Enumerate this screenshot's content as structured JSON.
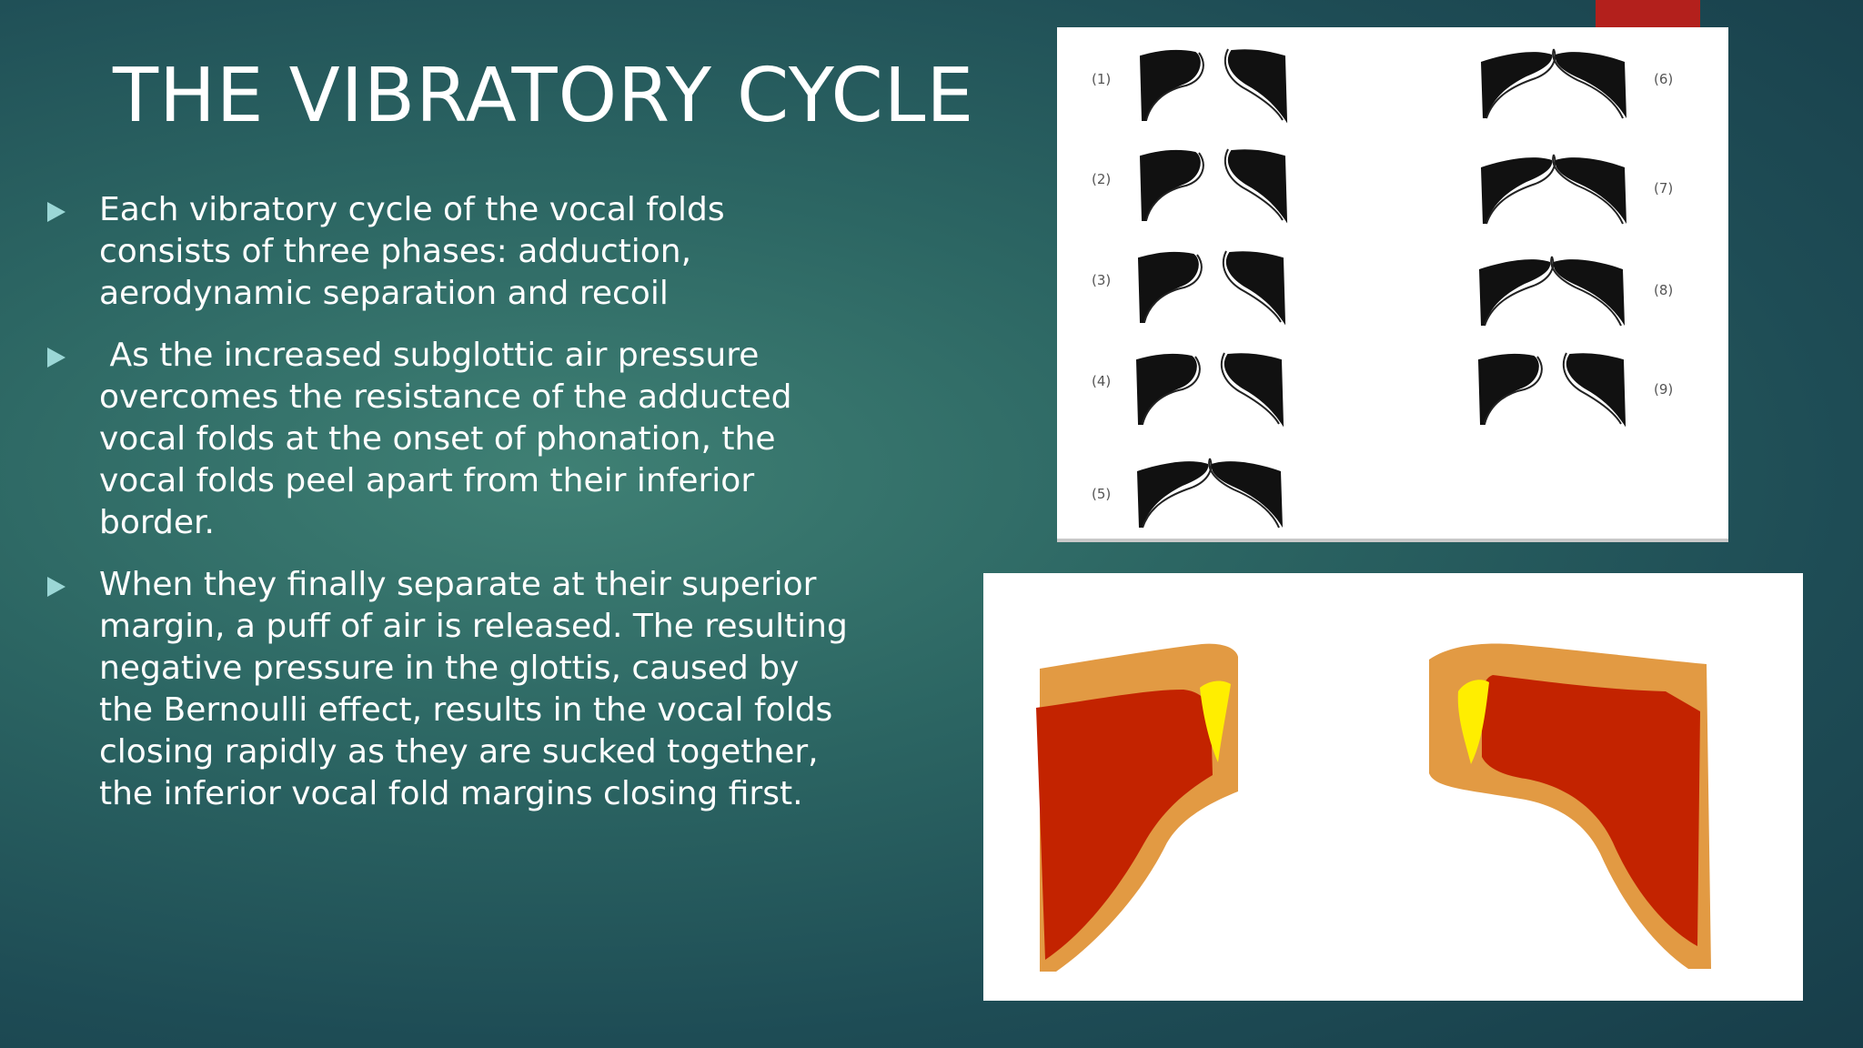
{
  "slide": {
    "title": "THE VIBRATORY CYCLE",
    "accent_color": "#b3201c",
    "bullet_color": "#9bd7d6",
    "bullets": [
      "Each vibratory cycle of the vocal folds consists of three phases: adduction, aerodynamic separation and recoil",
      " As the increased subglottic air pressure overcomes the resistance of the adducted vocal folds at the onset of phonation, the vocal folds peel apart from their inferior border.",
      "When they finally separate at their superior margin, a puff of air is released. The resulting negative pressure in the glottis, caused by the Bernoulli effect, results in the vocal folds closing rapidly as they are sucked together, the inferior vocal fold margins closing first."
    ]
  },
  "figure_phases": {
    "labels": [
      "(1)",
      "(2)",
      "(3)",
      "(4)",
      "(5)",
      "(6)",
      "(7)",
      "(8)",
      "(9)"
    ]
  },
  "figure_cross_section": {
    "colors": {
      "mucosa": "#e29a43",
      "muscle": "#c32300",
      "ligament": "#ffee00"
    }
  }
}
